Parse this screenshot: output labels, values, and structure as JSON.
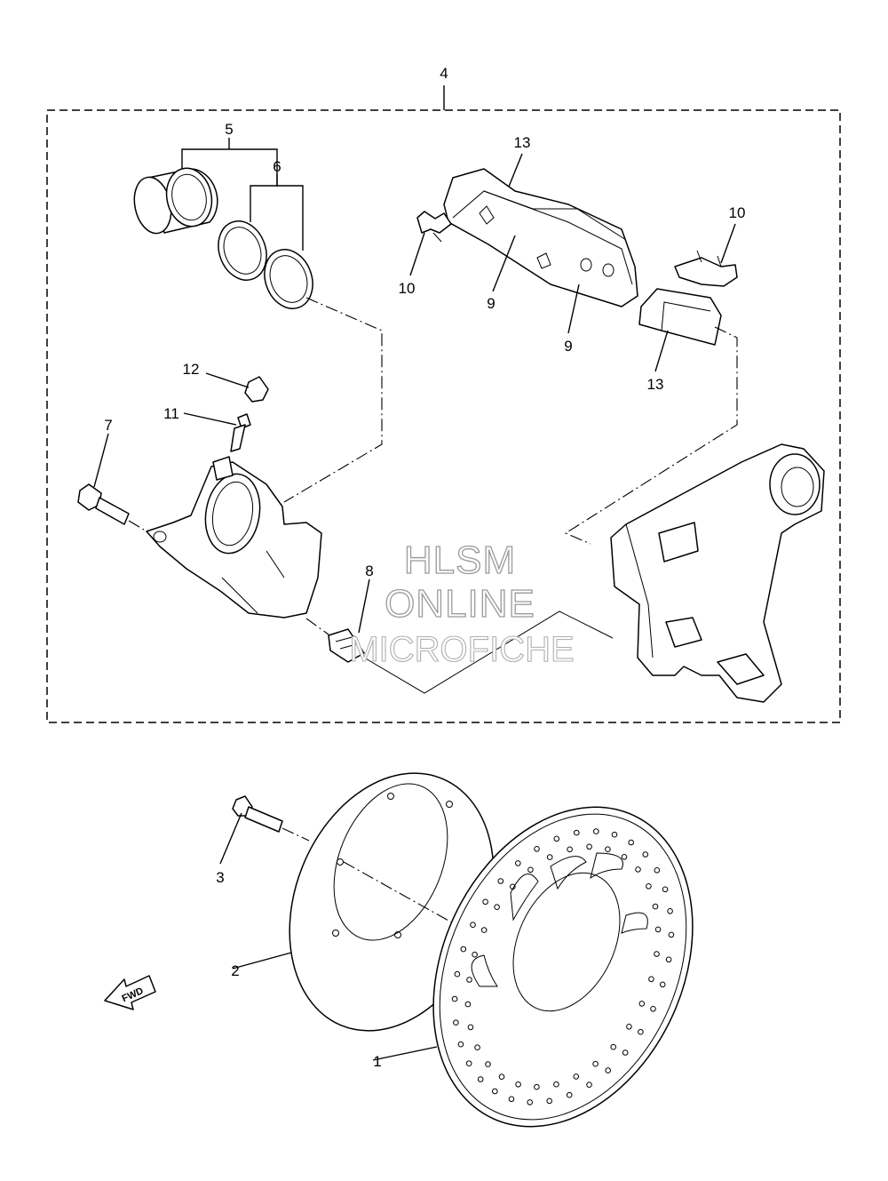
{
  "diagram": {
    "callouts": [
      {
        "id": "4",
        "text": "4"
      },
      {
        "id": "5",
        "text": "5"
      },
      {
        "id": "6",
        "text": "6"
      },
      {
        "id": "13a",
        "text": "13"
      },
      {
        "id": "10a",
        "text": "10"
      },
      {
        "id": "10b",
        "text": "10"
      },
      {
        "id": "9a",
        "text": "9"
      },
      {
        "id": "9b",
        "text": "9"
      },
      {
        "id": "13b",
        "text": "13"
      },
      {
        "id": "12",
        "text": "12"
      },
      {
        "id": "11",
        "text": "11"
      },
      {
        "id": "7",
        "text": "7"
      },
      {
        "id": "8",
        "text": "8"
      },
      {
        "id": "3",
        "text": "3"
      },
      {
        "id": "2",
        "text": "2"
      },
      {
        "id": "1",
        "text": "1"
      }
    ],
    "watermark": {
      "line1": "HLSM",
      "line2": "ONLINE",
      "line3": "MICROFICHE"
    },
    "fwd_arrow_label": "FWD"
  }
}
